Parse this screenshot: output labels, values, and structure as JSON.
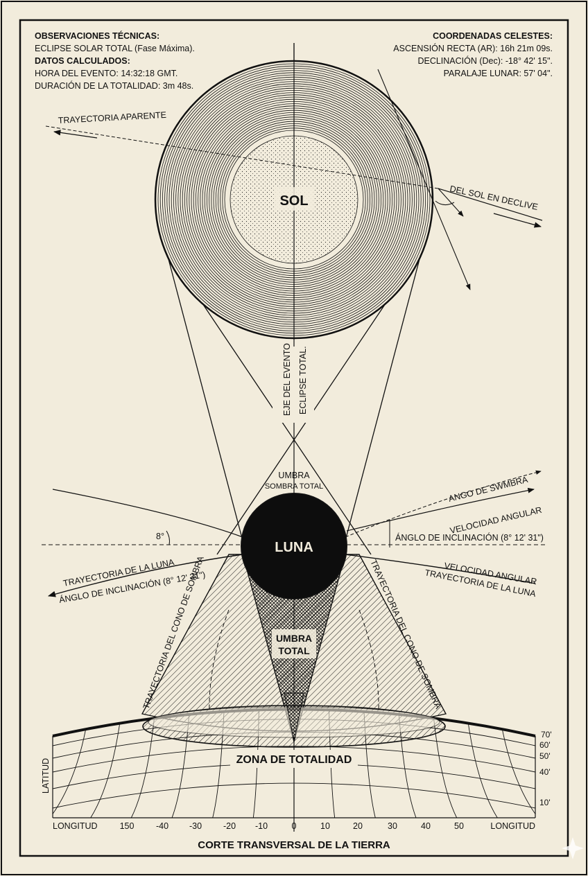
{
  "header_left": {
    "title": "OBSERVACIONES TÉCNICAS:",
    "line1": "ECLIPSE SOLAR TOTAL (Fase Máxima).",
    "subtitle": "DATOS CALCULADOS:",
    "line2": "HORA DEL EVENTO: 14:32:18 GMT.",
    "line3": "DURACIÓN DE LA TOTALIDAD: 3m 48s."
  },
  "header_right": {
    "title": "COORDENADAS CELESTES:",
    "line1": "ASCENSIÓN RECTA (AR): 16h 21m 09s.",
    "line2": "DECLINACIÓN (Dec): -18° 42' 15\".",
    "line3": "PARALAJE LUNAR: 57' 04\"."
  },
  "labels": {
    "sun": "SOL",
    "moon": "LUNA",
    "apparent_path": "TRAYECTORIA APARENTE",
    "sun_decline": "DEL SOL EN DECLIVE",
    "axis_1": "EJE DEL EVENTO",
    "axis_2": "ECLIPSE TOTAL.",
    "umbra_top_1": "UMBRA",
    "umbra_top_2": "SOMBRA TOTAL",
    "shadow_angle": "ANGO DE SWMBRA",
    "angular_velocity_upper": "VELOCIDAD ANGULAR",
    "inclination_angle_right": "ÁNGLO DE INCLINACIÓN (8° 12' 31\")",
    "eight_degrees": "8°",
    "moon_path_left": "TRAYECTORIA DE LA LUNA",
    "inclination_angle_left": "ÁNGLO DE INCLINACIÓN (8° 12' 31\")",
    "angular_velocity_lower": "VELOCIDAD ANGULAR",
    "moon_path_right": "TRAYECTORIA DE LA LUNA",
    "shadow_cone_left": "TRAYECTORIA DEL CONO DE SOMBRA",
    "shadow_cone_right": "TRAYECTORIA DEL CONO DE SOMBRA",
    "umbra_total_1": "UMBRA",
    "umbra_total_2": "TOTAL",
    "totality_zone": "ZONA DE TOTALIDAD",
    "latitude": "LATITUD",
    "longitude_left": "LONGITUD",
    "longitude_right": "LONGITUD",
    "footer": "CORTE TRANSVERSAL DE LA TIERRA"
  },
  "longitude_ticks": [
    "150",
    "-40",
    "-30",
    "-20",
    "-10",
    "0",
    "10",
    "20",
    "30",
    "40",
    "50"
  ],
  "latitude_ticks": [
    "70'",
    "60'",
    "50'",
    "40'",
    "10'"
  ],
  "colors": {
    "paper": "#f2ecdc",
    "ink": "#111111"
  }
}
